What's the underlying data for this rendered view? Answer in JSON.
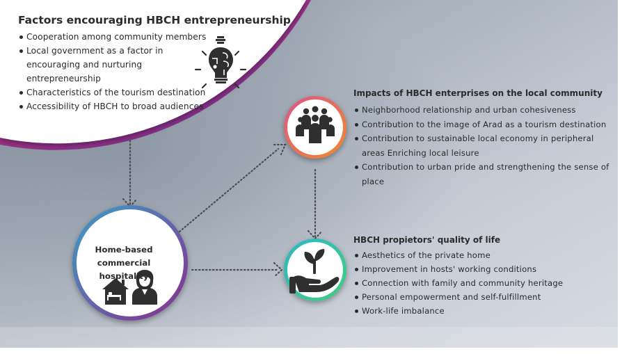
{
  "factors": {
    "title": "Factors encouraging HBCH entrepreneurship",
    "items": [
      "Cooperation among community members",
      "Local government as a factor in encouraging and nurturing entrepreneurship",
      "Characteristics of the tourism destination",
      "Accessibility of HBCH to broad audiences"
    ],
    "icon": "lightbulb-brain-icon"
  },
  "impacts": {
    "title": "Impacts of HBCH enterprises on the local community",
    "items": [
      "Neighborhood relationship and urban cohesiveness",
      "Contribution to the image of Arad as a tourism destination",
      "Contribution to sustainable local economy in peripheral areas Enriching local leisure",
      "Contribution to urban pride and strengthening the sense of place"
    ],
    "icon": "crowd-icon"
  },
  "quality": {
    "title": "HBCH propietors' quality of life",
    "items": [
      "Aesthetics of the private home",
      "Improvement in hosts' working conditions",
      "Connection with family and community heritage",
      "Personal empowerment and self-fulfillment",
      "Work-life imbalance"
    ],
    "icon": "hand-sprout-icon"
  },
  "center": {
    "label": "Home-based commercial hospitality",
    "icon": "house-host-icon"
  },
  "colors": {
    "background": "#b9c0ca",
    "ring_top": "#8a2f86",
    "ring_impacts": "#e2663c",
    "ring_center": "#7d3d9a",
    "ring_quality": "#2fbf9a",
    "icon": "#2f2f2f"
  }
}
